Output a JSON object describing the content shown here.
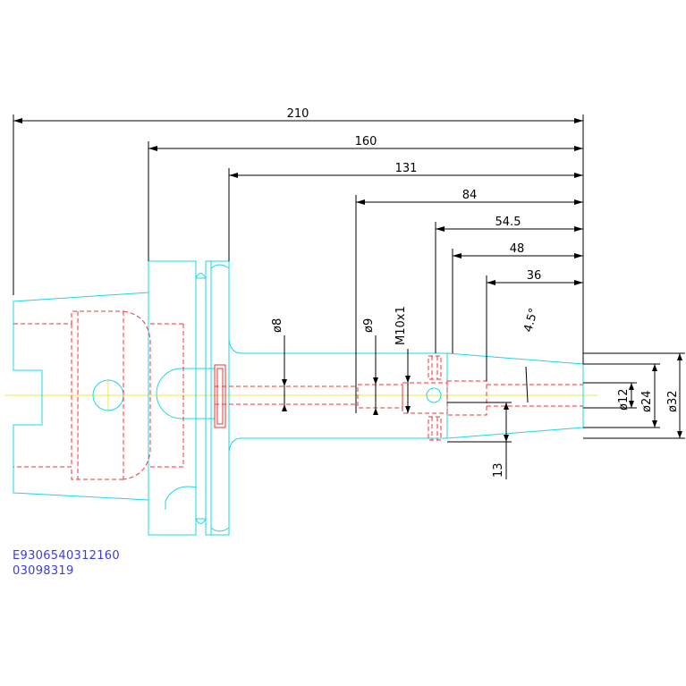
{
  "drawing": {
    "dimensions": {
      "d210": "210",
      "d160": "160",
      "d131": "131",
      "d84": "84",
      "d54_5": "54.5",
      "d48": "48",
      "d36": "36",
      "phi8": "ø8",
      "phi9": "ø9",
      "thread": "M10x1",
      "angle": "4.5°",
      "phi12": "ø12",
      "phi24": "ø24",
      "phi32": "ø32",
      "d13": "13"
    },
    "part_code": "E9306540312160",
    "serial": "03098319"
  }
}
